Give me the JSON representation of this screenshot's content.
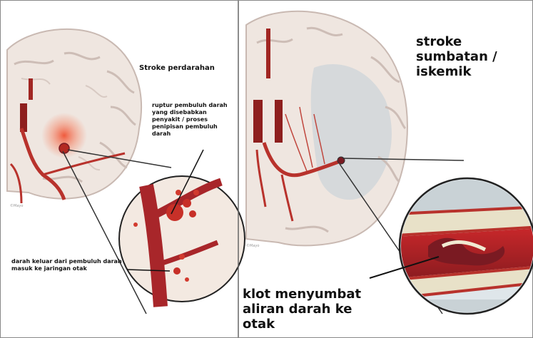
{
  "left_panel": {
    "title": "Stroke perdarahan",
    "annotation_rupture": "ruptur pembuluh darah yang disebabkan penyakit / proses penipisan pembuluh darah",
    "annotation_bleed": "darah keluar dari pembuluh darah masuk ke jaringan otak",
    "credit": "©Mayo"
  },
  "right_panel": {
    "title": "stroke sumbatan / iskemik",
    "annotation_clot": "klot menyumbat aliran darah ke otak",
    "credit": "©Mayo"
  },
  "colors": {
    "brain_tissue": "#efe6e0",
    "brain_gyri": "#d9cfc9",
    "blood_vessel": "#b8322c",
    "bleed": "#e0483a",
    "clot": "#7a1a22",
    "ischemic_area": "#cfd6da",
    "divider": "#666666"
  }
}
